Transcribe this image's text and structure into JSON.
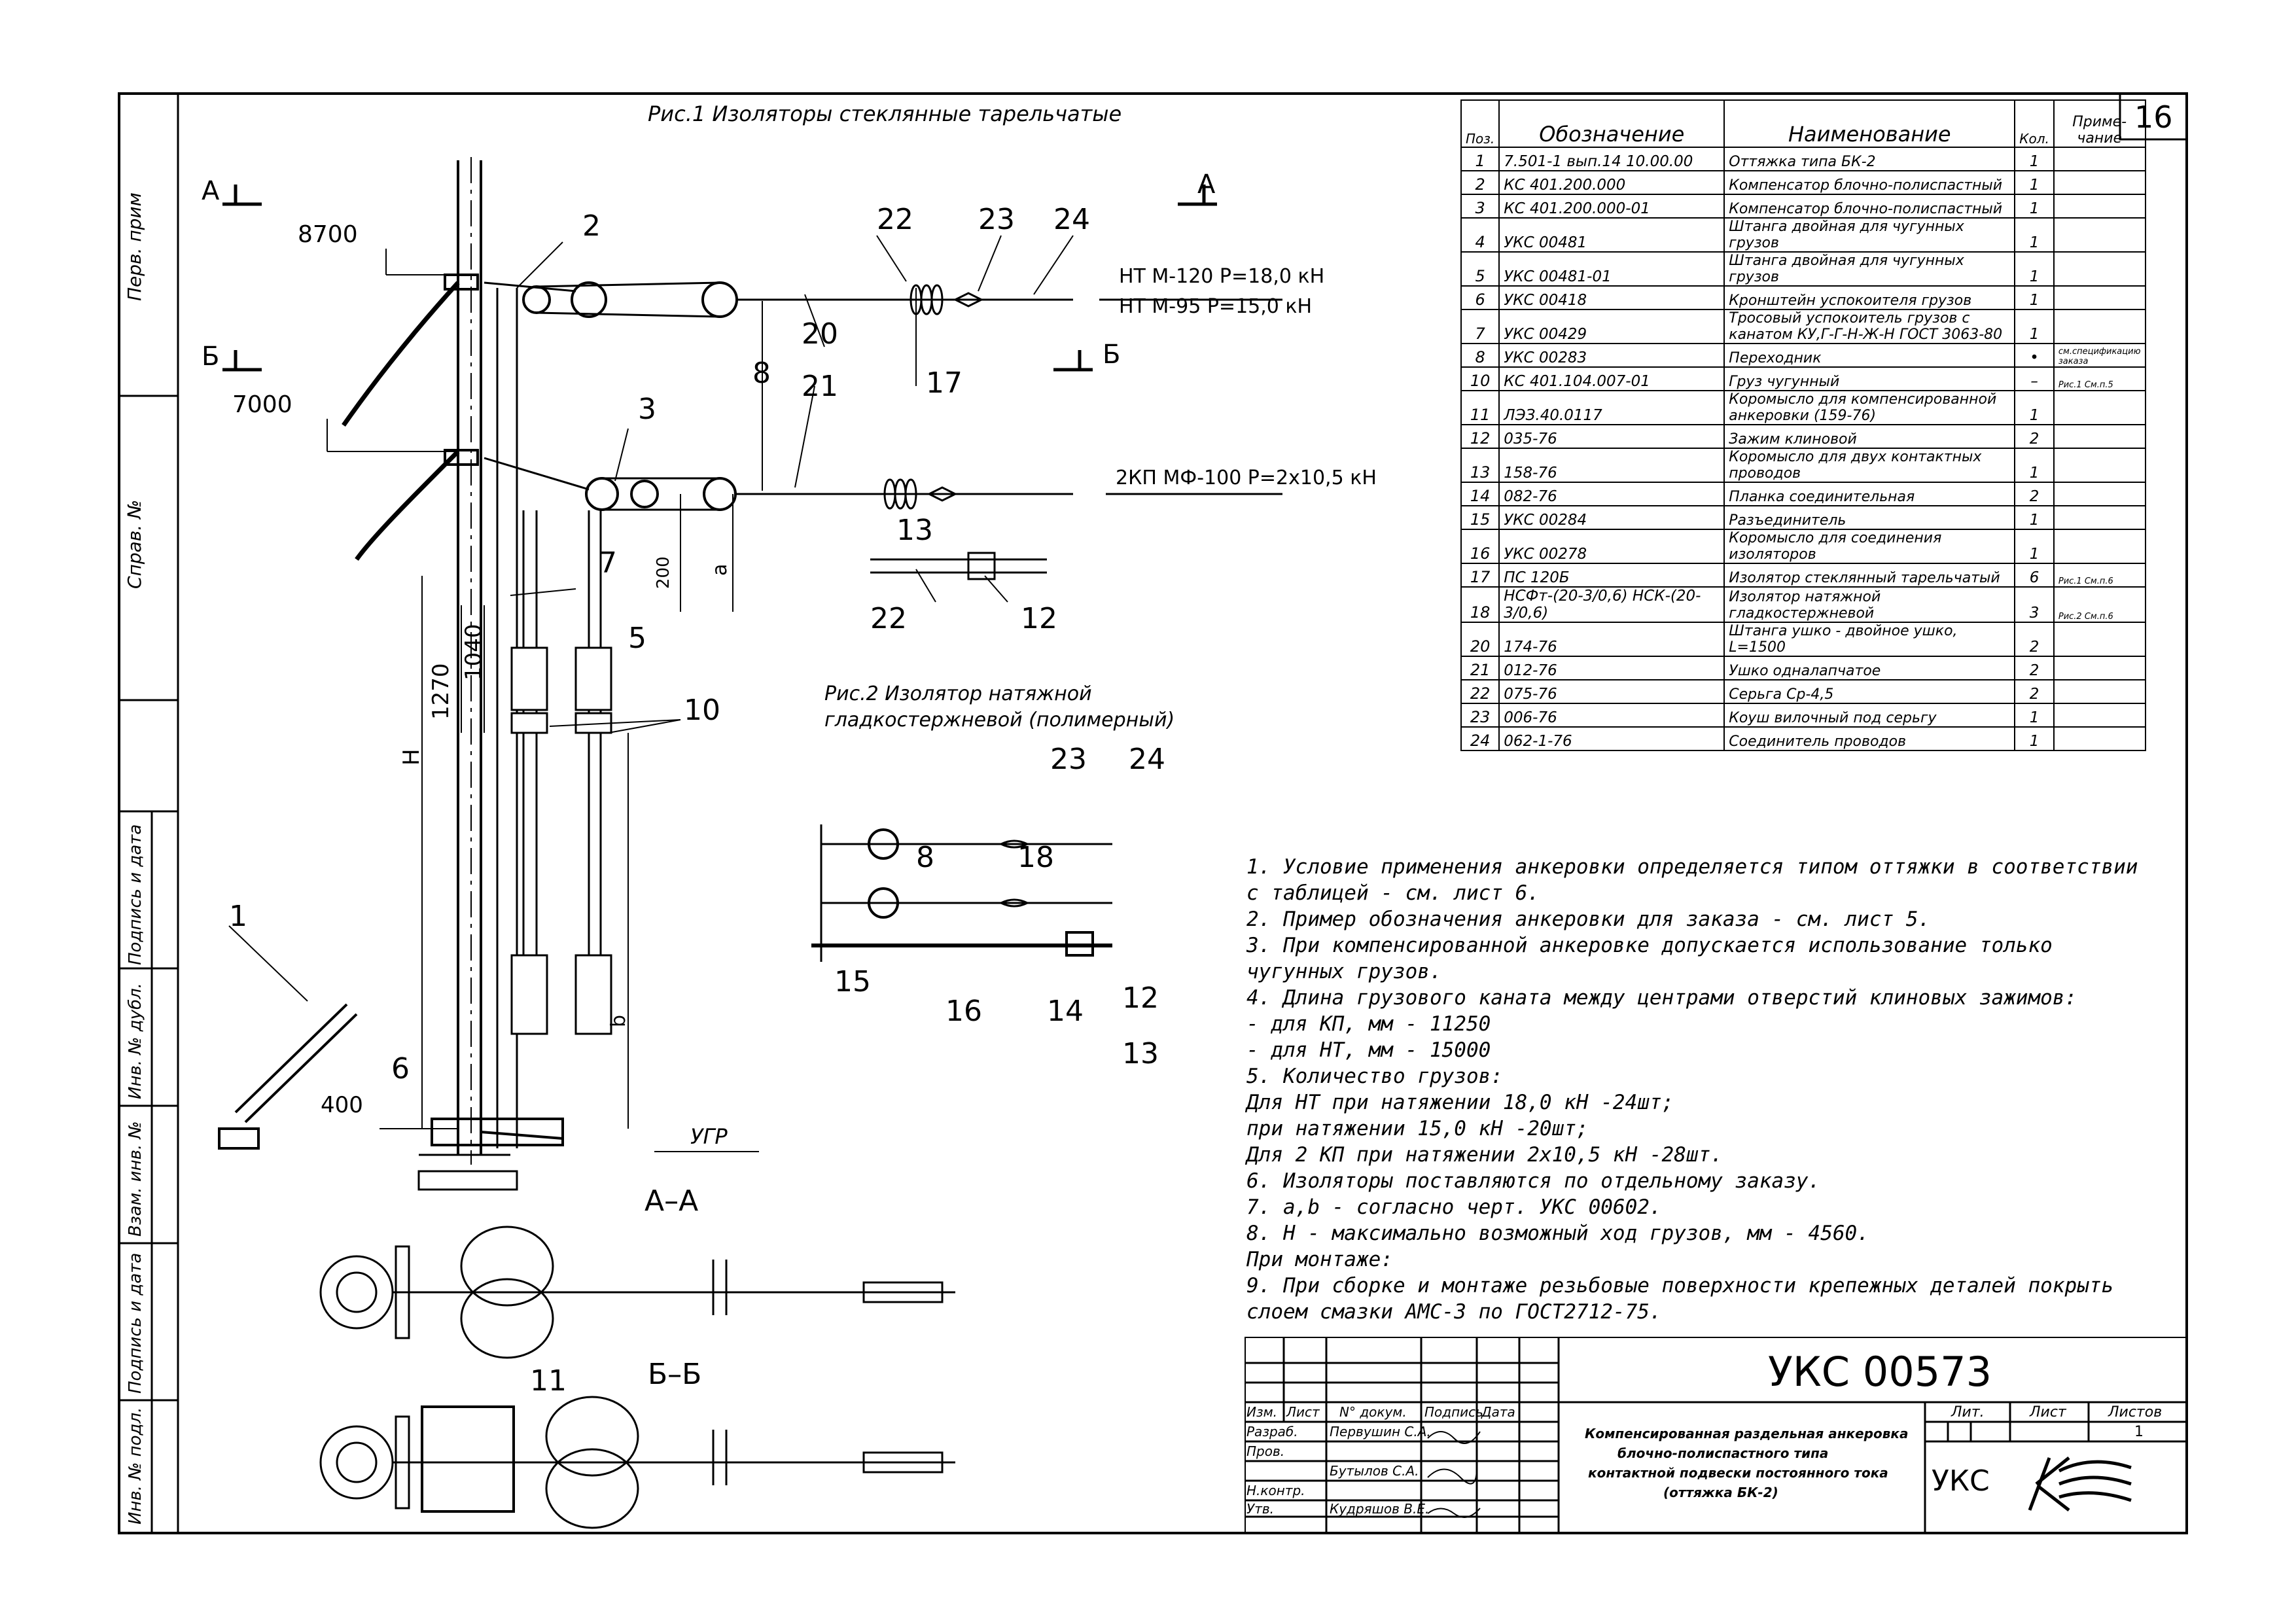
{
  "sheet_number": "16",
  "figures": {
    "fig1_title": "Рис.1 Изоляторы стеклянные тарельчатые",
    "fig2_title_line1": "Рис.2 Изолятор натяжной",
    "fig2_title_line2": "гладкостержневой (полимерный)",
    "section_a": "А",
    "section_b": "Б",
    "section_aa": "А–А",
    "section_bb": "Б–Б",
    "dim_8700": "8700",
    "dim_7000": "7000",
    "dim_400": "400",
    "dim_200": "200",
    "dim_1270": "1270",
    "dim_1040": "1040",
    "dim_H": "Н",
    "dim_a": "а",
    "dim_b": "b",
    "ugr": "УГР",
    "wire_nt1": "НТ М-120   Р=18,0 кН",
    "wire_nt2": "НТ М-95    Р=15,0 кН",
    "wire_2kp": "2КП МФ-100 Р=2х10,5 кН",
    "callouts": [
      "1",
      "2",
      "3",
      "5",
      "6",
      "7",
      "8",
      "10",
      "11",
      "12",
      "13",
      "14",
      "15",
      "16",
      "17",
      "18",
      "20",
      "21",
      "22",
      "23",
      "24"
    ]
  },
  "side_labels": [
    "Перв. прим",
    "Справ. №",
    "Подпись и дата",
    "Инв. № дубл.",
    "Взам. инв. №",
    "Подпись и дата",
    "Инв. № подл."
  ],
  "spec_table": {
    "headers": [
      "Поз.",
      "Обозначение",
      "Наименование",
      "Кол.",
      "Приме-чание"
    ],
    "rows": [
      [
        "1",
        "7.501-1 вып.14 10.00.00",
        "Оттяжка типа БК-2",
        "1",
        ""
      ],
      [
        "2",
        "КС 401.200.000",
        "Компенсатор блочно-полиспастный",
        "1",
        ""
      ],
      [
        "3",
        "КС 401.200.000-01",
        "Компенсатор блочно-полиспастный",
        "1",
        ""
      ],
      [
        "4",
        "УКС 00481",
        "Штанга двойная для чугунных грузов",
        "1",
        ""
      ],
      [
        "5",
        "УКС 00481-01",
        "Штанга двойная для чугунных грузов",
        "1",
        ""
      ],
      [
        "6",
        "УКС 00418",
        "Кронштейн успокоителя грузов",
        "1",
        ""
      ],
      [
        "7",
        "УКС 00429",
        "Тросовый успокоитель грузов с канатом КУ,Г-Г-Н-Ж-Н ГОСТ 3063-80",
        "1",
        ""
      ],
      [
        "8",
        "УКС 00283",
        "Переходник",
        "•",
        "см.спецификацию заказа"
      ],
      [
        "10",
        "КС 401.104.007-01",
        "Груз чугунный",
        "–",
        "Рис.1 См.п.5"
      ],
      [
        "11",
        "ЛЭЗ.40.0117",
        "Коромысло для компенсированной анкеровки (159-76)",
        "1",
        ""
      ],
      [
        "12",
        "035-76",
        "Зажим клиновой",
        "2",
        ""
      ],
      [
        "13",
        "158-76",
        "Коромысло для двух контактных проводов",
        "1",
        ""
      ],
      [
        "14",
        "082-76",
        "Планка соединительная",
        "2",
        ""
      ],
      [
        "15",
        "УКС 00284",
        "Разъединитель",
        "1",
        ""
      ],
      [
        "16",
        "УКС 00278",
        "Коромысло для соединения изоляторов",
        "1",
        ""
      ],
      [
        "17",
        "ПС 120Б",
        "Изолятор стеклянный тарельчатый",
        "6",
        "Рис.1 См.п.6"
      ],
      [
        "18",
        "НСФт-(20-3/0,6) НСК-(20-3/0,6)",
        "Изолятор натяжной гладкостержневой",
        "3",
        "Рис.2 См.п.6"
      ],
      [
        "20",
        "174-76",
        "Штанга ушко - двойное ушко, L=1500",
        "2",
        ""
      ],
      [
        "21",
        "012-76",
        "Ушко одналапчатое",
        "2",
        ""
      ],
      [
        "22",
        "075-76",
        "Серьга Ср-4,5",
        "2",
        ""
      ],
      [
        "23",
        "006-76",
        "Коуш вилочный под серьгу",
        "1",
        ""
      ],
      [
        "24",
        "062-1-76",
        "Соединитель проводов",
        "1",
        ""
      ]
    ]
  },
  "notes": [
    "1. Условие применения анкеровки определяется типом оттяжки в соответствии",
    "с таблицей - см. лист 6.",
    "2. Пример обозначения анкеровки для заказа - см. лист 5.",
    "3. При компенсированной анкеровке допускается использование только",
    "чугунных грузов.",
    "4. Длина грузового каната между центрами отверстий клиновых зажимов:",
    "   - для КП, мм - 11250",
    "   - для НТ, мм - 15000",
    "5. Количество грузов:",
    "Для   НТ при натяжении 18,0 кН   -24шт;",
    "          при натяжении 15,0 кН   -20шт;",
    "Для 2 КП при натяжении 2х10,5 кН -28шт.",
    "6. Изоляторы поставляются по отдельному заказу.",
    "7. a,b - согласно черт. УКС 00602.",
    "8. Н - максимально возможный ход грузов, мм - 4560.",
    "                    При монтаже:",
    "9. При сборке и монтаже резьбовые поверхности крепежных деталей покрыть",
    "слоем смазки АМС-3 по ГОСТ2712-75."
  ],
  "title_block": {
    "doc_code": "УКС 00573",
    "col_headers": [
      "Изм.",
      "Лист",
      "N° докум.",
      "Подпись",
      "Дата"
    ],
    "roles": [
      "Разраб.",
      "Пров.",
      "",
      "Н.контр.",
      "Утв."
    ],
    "names": [
      "Первушин С.А.",
      "",
      "Бутылов С.А.",
      "",
      "Кудряшов В.Е."
    ],
    "title_lines": [
      "Компенсированная раздельная анкеровка",
      "блочно-полиспастного типа",
      "контактной подвески постоянного тока",
      "(оттяжка БК-2)"
    ],
    "lit_label": "Лит.",
    "list_label": "Лист",
    "listov_label": "Листов",
    "listov_value": "1",
    "org": "УКС"
  }
}
